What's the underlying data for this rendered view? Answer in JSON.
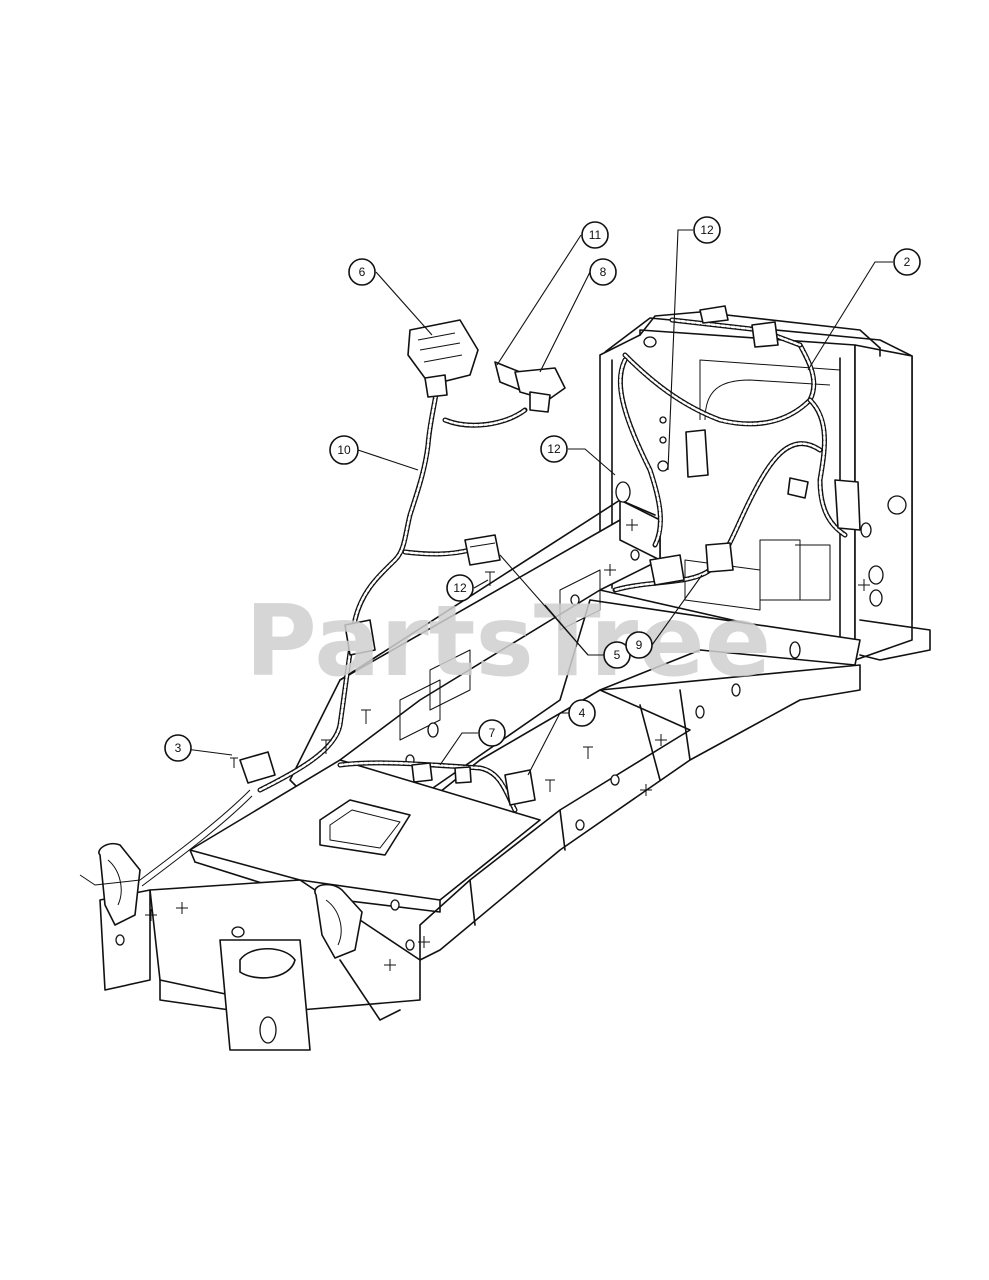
{
  "diagram": {
    "watermark": "PartsTree",
    "callouts": [
      {
        "id": "c6",
        "label": "6"
      },
      {
        "id": "c11",
        "label": "11"
      },
      {
        "id": "c8",
        "label": "8"
      },
      {
        "id": "c12a",
        "label": "12"
      },
      {
        "id": "c2",
        "label": "2"
      },
      {
        "id": "c10",
        "label": "10"
      },
      {
        "id": "c12b",
        "label": "12"
      },
      {
        "id": "c12c",
        "label": "12"
      },
      {
        "id": "c5",
        "label": "5"
      },
      {
        "id": "c9",
        "label": "9"
      },
      {
        "id": "c3",
        "label": "3"
      },
      {
        "id": "c7",
        "label": "7"
      },
      {
        "id": "c4",
        "label": "4"
      }
    ]
  }
}
